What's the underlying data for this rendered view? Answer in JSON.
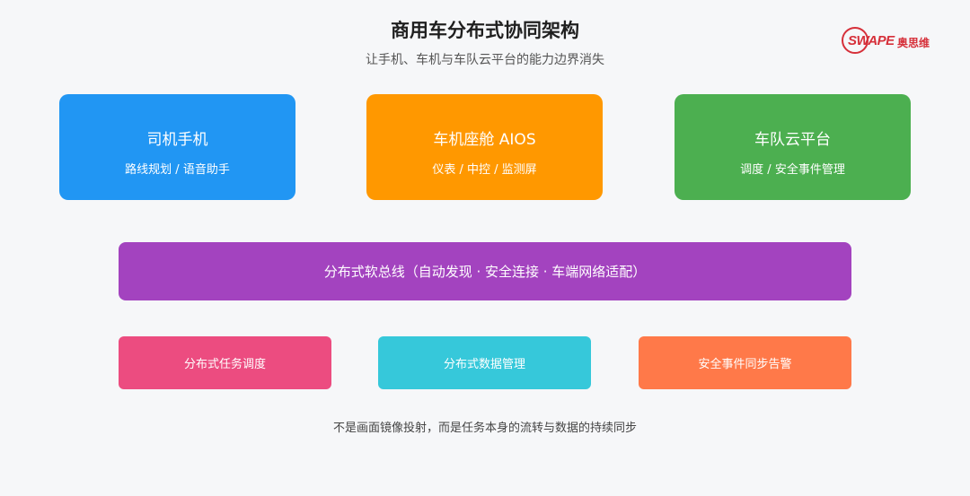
{
  "header": {
    "title": "商用车分布式协同架构",
    "subtitle": "让手机、车机与车队云平台的能力边界消失"
  },
  "logo": {
    "mark": "SWAPE",
    "name": "奥思维",
    "color": "#d6303a"
  },
  "top_cards": [
    {
      "title": "司机手机",
      "subtitle": "路线规划 / 语音助手",
      "color": "#2196f3"
    },
    {
      "title": "车机座舱 AIOS",
      "subtitle": "仪表 / 中控 / 监测屏",
      "color": "#ff9800"
    },
    {
      "title": "车队云平台",
      "subtitle": "调度 / 安全事件管理",
      "color": "#4caf50"
    }
  ],
  "bus": {
    "label": "分布式软总线（自动发现 · 安全连接 · 车端网络适配）",
    "color": "#a343bf"
  },
  "services": [
    {
      "label": "分布式任务调度",
      "color": "#ec4c80"
    },
    {
      "label": "分布式数据管理",
      "color": "#36c8da"
    },
    {
      "label": "安全事件同步告警",
      "color": "#ff7949"
    }
  ],
  "footer": "不是画面镜像投射，而是任务本身的流转与数据的持续同步"
}
